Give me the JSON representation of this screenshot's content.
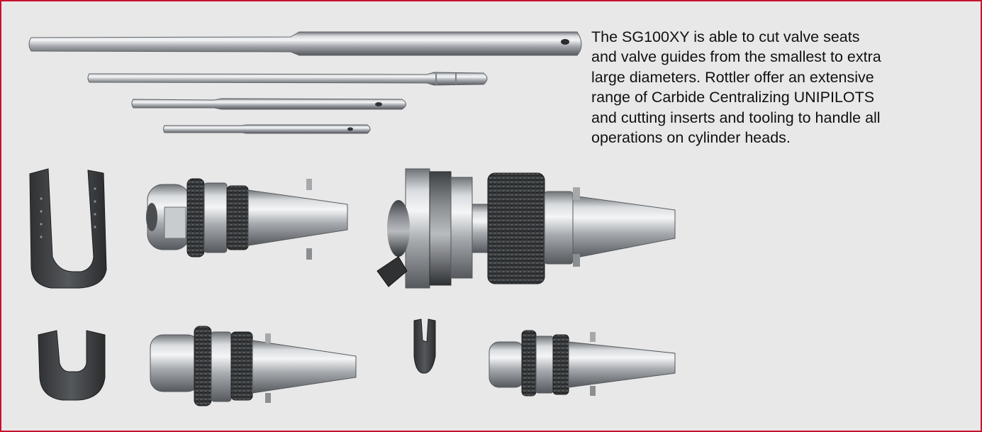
{
  "border_color": "#c8102e",
  "background_color": "#e8e8e8",
  "description": {
    "lines": [
      "The SG100XY is able to cut valve seats",
      "and valve guides from the smallest to extra",
      "large diameters. Rottler offer an extensive",
      "range of Carbide Centralizing UNIPILOTS",
      "and cutting inserts and tooling to handle all",
      "operations on cylinder heads."
    ]
  }
}
